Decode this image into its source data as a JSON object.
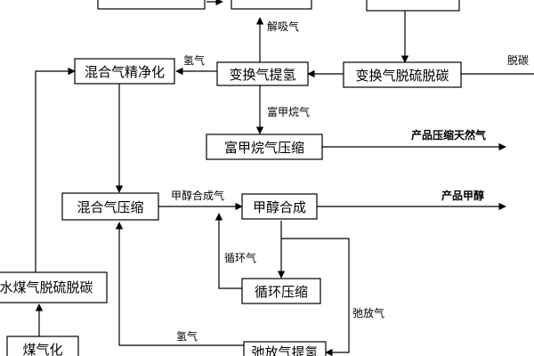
{
  "nodes": {
    "top_left": "",
    "top_mid": "",
    "top_right": "",
    "mix_purify": "混合气精净化",
    "shift_h2": "变换气提氢",
    "shift_desulf": "变换气脱硫脱碳",
    "ch4_compress": "富甲烷气压缩",
    "mix_compress": "混合气压缩",
    "methanol_synth": "甲醇合成",
    "recycle_compress": "循环压缩",
    "water_gas_desulf": "水煤气脱硫脱碳",
    "coal_gasify": "煤气化",
    "purge_h2": "弛放气提氢"
  },
  "labels": {
    "desorb_gas": "解吸气",
    "hydrogen_top": "氢气",
    "desulf_right": "脱碳",
    "rich_ch4": "富甲烷气",
    "methanol_gas": "甲醇合成气",
    "recycle_gas": "循环气",
    "purge_gas": "弛放气",
    "hydrogen_bottom": "氢气",
    "product_lng": "产品压缩天然气",
    "product_methanol": "产品甲醇"
  }
}
